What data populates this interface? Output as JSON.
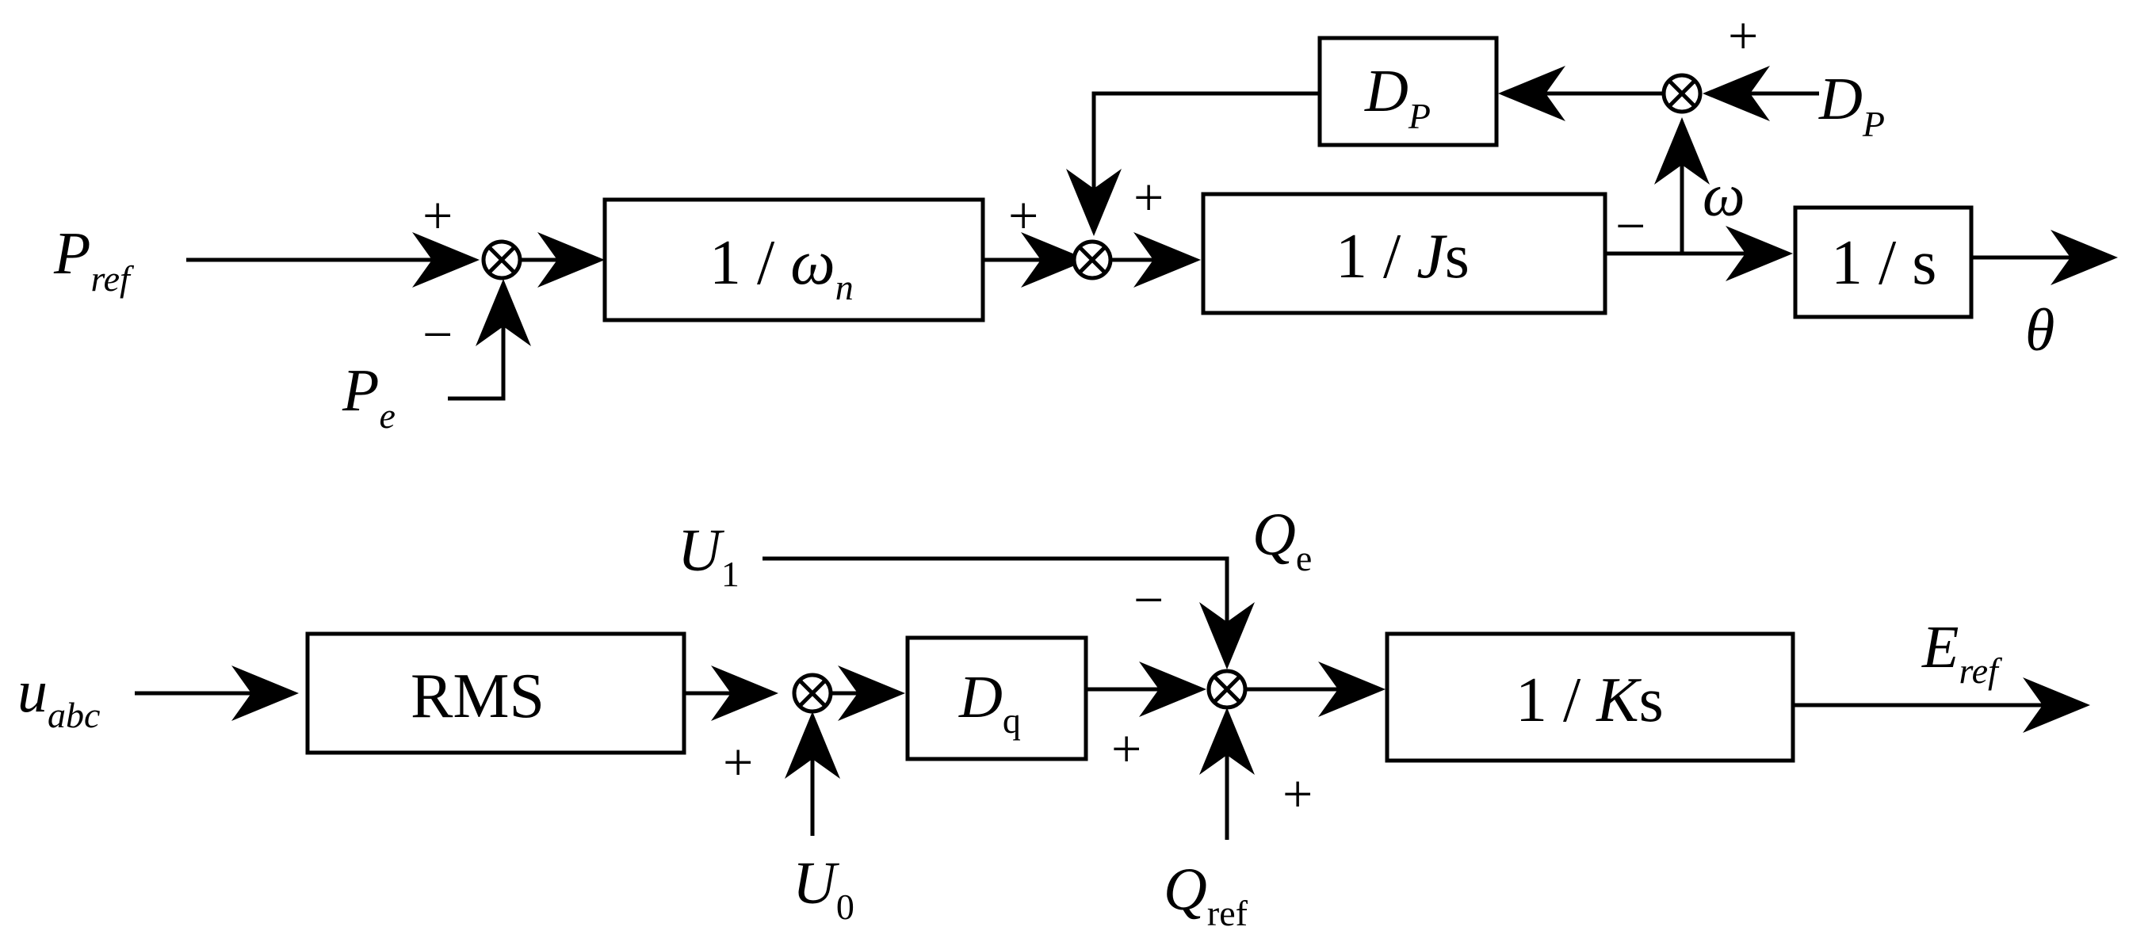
{
  "top_loop": {
    "input": {
      "main": "P",
      "sub": "ref"
    },
    "feedback_input": {
      "main": "P",
      "sub": "e"
    },
    "sum1_plus": "+",
    "sum1_minus": "−",
    "block_inertia_num": "1 / ",
    "block_inertia_sym": "ω",
    "block_inertia_sub": "n",
    "sum2_left_plus": "+",
    "sum2_top_plus": "+",
    "block_integrator_num": "1 / ",
    "block_integrator_sym": "J",
    "block_integrator_s": "s",
    "minus_after_J": "−",
    "omega_label": "ω",
    "block_angle": "1 / s",
    "output_theta": "θ",
    "damping_block": {
      "main": "D",
      "sub": "P"
    },
    "sum3_plus": "+",
    "damping_ref": {
      "main": "D",
      "sub": "P"
    }
  },
  "bottom_loop": {
    "input": {
      "main": "u",
      "sub": "abc"
    },
    "block_rms": "RMS",
    "u1": {
      "main": "U",
      "sub": "1"
    },
    "u0": {
      "main": "U",
      "sub": "0"
    },
    "sumA_plus": "+",
    "block_droop": {
      "main": "D",
      "sub": "q"
    },
    "qe": {
      "main": "Q",
      "sub": "e"
    },
    "qref": {
      "main": "Q",
      "sub": "ref"
    },
    "sumB_minus": "−",
    "sumB_left_plus": "+",
    "sumB_bottom_plus": "+",
    "block_excitation_num": "1 / ",
    "block_excitation_sym": "K",
    "block_excitation_s": "s",
    "output": {
      "main": "E",
      "sub": "ref"
    }
  }
}
